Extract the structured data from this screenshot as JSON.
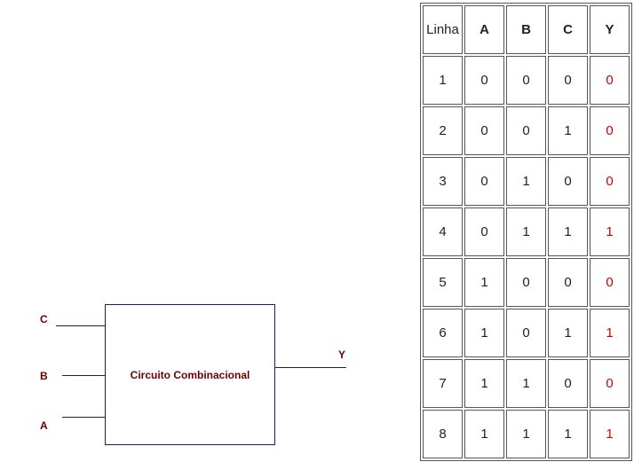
{
  "diagram": {
    "block_label": "Circuito Combinacional",
    "inputs": [
      "C",
      "B",
      "A"
    ],
    "output": "Y",
    "label_color": "#6b0000",
    "line_color": "#1a1a66"
  },
  "table": {
    "headers": [
      "Linha",
      "A",
      "B",
      "C",
      "Y"
    ],
    "output_color": "#cc0000",
    "rows": [
      [
        "1",
        "0",
        "0",
        "0",
        "0"
      ],
      [
        "2",
        "0",
        "0",
        "1",
        "0"
      ],
      [
        "3",
        "0",
        "1",
        "0",
        "0"
      ],
      [
        "4",
        "0",
        "1",
        "1",
        "1"
      ],
      [
        "5",
        "1",
        "0",
        "0",
        "0"
      ],
      [
        "6",
        "1",
        "0",
        "1",
        "1"
      ],
      [
        "7",
        "1",
        "1",
        "0",
        "0"
      ],
      [
        "8",
        "1",
        "1",
        "1",
        "1"
      ]
    ]
  }
}
